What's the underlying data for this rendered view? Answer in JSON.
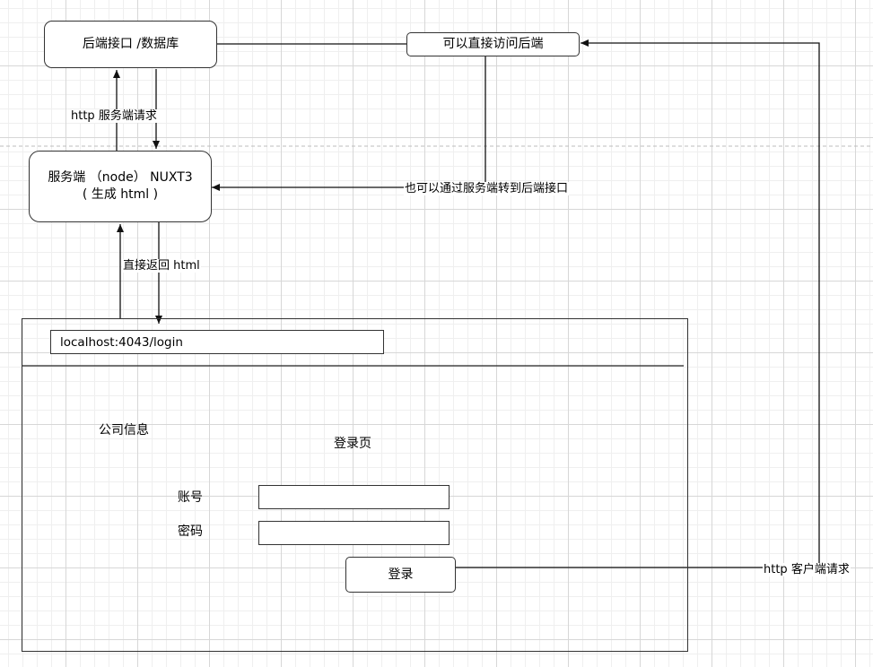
{
  "backend_box": {
    "label": "后端接口 /数据库"
  },
  "direct_access_box": {
    "label": "可以直接访问后端"
  },
  "server_box": {
    "line1": "服务端 （node） NUXT3",
    "line2": "( 生成 html )"
  },
  "edge_labels": {
    "http_server_request": "http 服务端请求",
    "forward_via_server": "也可以通过服务端转到后端接口",
    "return_html": "直接返回 html",
    "http_client_request": "http 客户端请求"
  },
  "browser": {
    "url": "localhost:4043/login",
    "company_info": "公司信息",
    "page_title": "登录页",
    "account_label": "账号",
    "password_label": "密码",
    "account_value": "",
    "password_value": "",
    "login_button": "登录"
  }
}
